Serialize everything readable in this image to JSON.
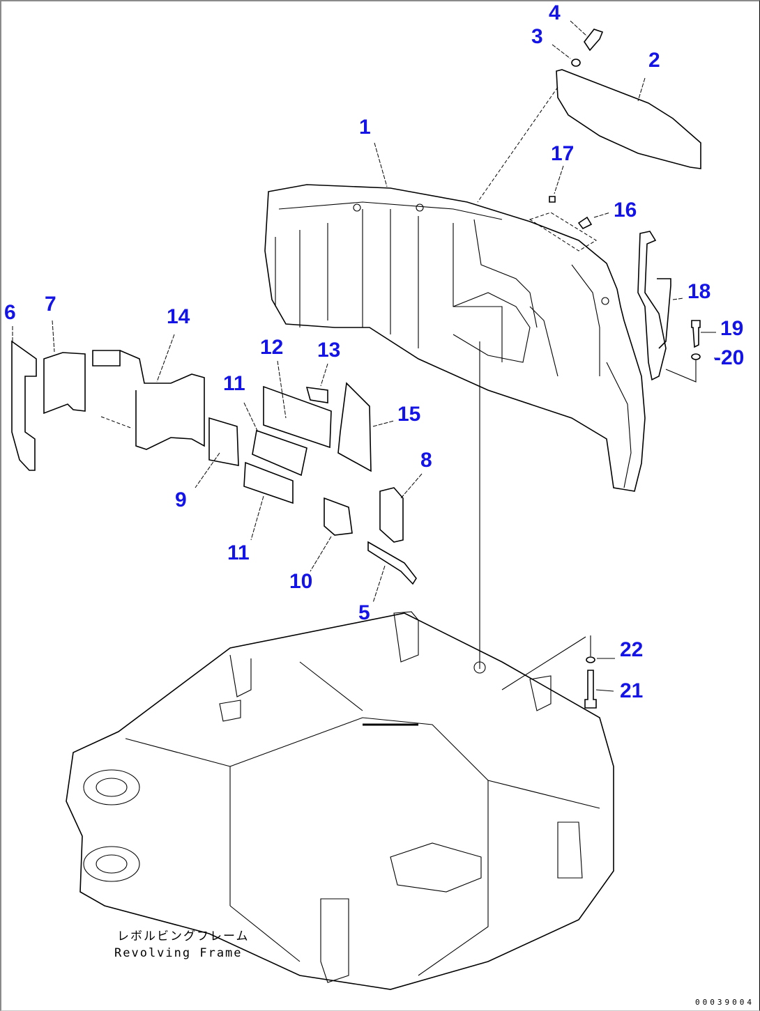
{
  "diagram": {
    "type": "exploded-parts-view",
    "callout_color": "#1414e6",
    "callouts": [
      {
        "id": "1",
        "label": "1"
      },
      {
        "id": "2",
        "label": "2"
      },
      {
        "id": "3",
        "label": "3"
      },
      {
        "id": "4",
        "label": "4"
      },
      {
        "id": "5",
        "label": "5"
      },
      {
        "id": "6",
        "label": "6"
      },
      {
        "id": "7",
        "label": "7"
      },
      {
        "id": "8",
        "label": "8"
      },
      {
        "id": "9",
        "label": "9"
      },
      {
        "id": "10",
        "label": "10"
      },
      {
        "id": "11a",
        "label": "11"
      },
      {
        "id": "11b",
        "label": "11"
      },
      {
        "id": "12",
        "label": "12"
      },
      {
        "id": "13",
        "label": "13"
      },
      {
        "id": "14",
        "label": "14"
      },
      {
        "id": "15",
        "label": "15"
      },
      {
        "id": "16",
        "label": "16"
      },
      {
        "id": "17",
        "label": "17"
      },
      {
        "id": "18",
        "label": "18"
      },
      {
        "id": "19",
        "label": "19"
      },
      {
        "id": "20",
        "label": "-20"
      },
      {
        "id": "21",
        "label": "21"
      },
      {
        "id": "22",
        "label": "22"
      }
    ],
    "caption": {
      "japanese": "レボルビングフレーム",
      "english": "Revolving Frame"
    },
    "document_number": "00039004"
  }
}
